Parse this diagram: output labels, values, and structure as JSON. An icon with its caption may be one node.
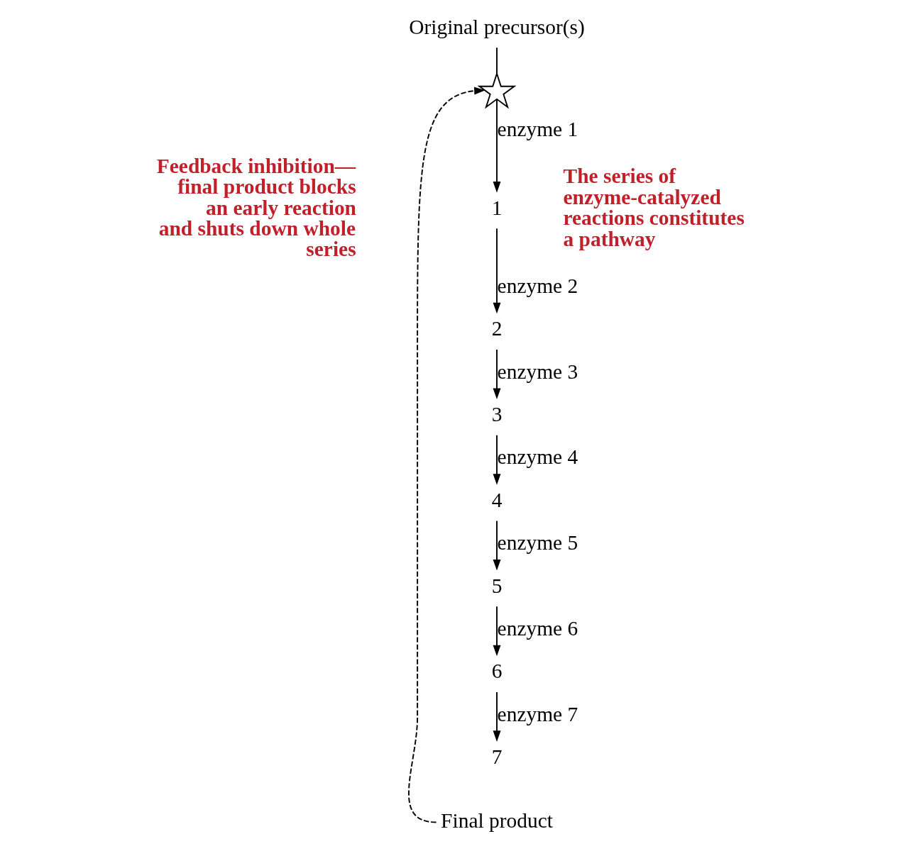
{
  "diagram": {
    "nodes": [
      {
        "text": [
          "Original precursor(s)"
        ]
      },
      {
        "text": [],
        "shape": "star"
      },
      {
        "text": [
          "1"
        ]
      },
      {
        "text": [
          "2"
        ]
      },
      {
        "text": [
          "3"
        ]
      },
      {
        "text": [
          "4"
        ]
      },
      {
        "text": [
          "5"
        ]
      },
      {
        "text": [
          "6"
        ]
      },
      {
        "text": [
          "7"
        ]
      },
      {
        "text": [
          "Final product"
        ]
      }
    ],
    "edges": [
      {
        "from": 0,
        "to": 1,
        "arrow": "none"
      },
      {
        "from": 1,
        "to": 2,
        "arrow": "to",
        "label": "enzyme 1"
      },
      {
        "from": 2,
        "to": 3,
        "arrow": "to",
        "label": "enzyme 2"
      },
      {
        "from": 3,
        "to": 4,
        "arrow": "to",
        "label": "enzyme 3"
      },
      {
        "from": 4,
        "to": 5,
        "arrow": "to",
        "label": "enzyme 4"
      },
      {
        "from": 5,
        "to": 6,
        "arrow": "to",
        "label": "enzyme 5"
      },
      {
        "from": 6,
        "to": 7,
        "arrow": "to",
        "label": "enzyme 6"
      },
      {
        "from": 7,
        "to": 8,
        "arrow": "to",
        "label": "enzyme 7"
      },
      {
        "from": 9,
        "to": 1,
        "arrow": "to",
        "style": "dashed"
      }
    ],
    "labels": [
      "Feedback inhibition—final product blocks an early reaction and shuts down whole series",
      "The series of enzyme-catalyzed reactions constitutes a pathway"
    ]
  }
}
